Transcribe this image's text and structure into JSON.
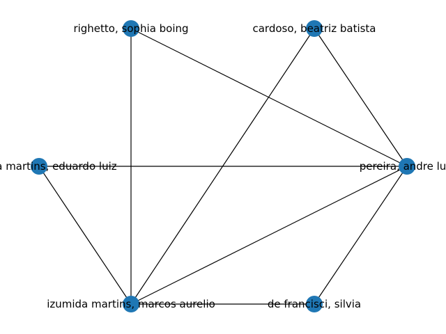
{
  "graph": {
    "node_color": "#1f77b4",
    "edge_color": "#000000",
    "nodes": [
      {
        "id": "righetto",
        "label": "righetto, sophia boing"
      },
      {
        "id": "cardoso",
        "label": "cardoso, beatriz batista"
      },
      {
        "id": "eduardo",
        "label": "izumida martins, eduardo luiz"
      },
      {
        "id": "pereira",
        "label": "pereira, andre luis"
      },
      {
        "id": "marcos",
        "label": "izumida martins, marcos aurelio"
      },
      {
        "id": "silvia",
        "label": "de francisci, silvia"
      }
    ],
    "edges": [
      [
        "righetto",
        "marcos"
      ],
      [
        "righetto",
        "pereira"
      ],
      [
        "cardoso",
        "marcos"
      ],
      [
        "cardoso",
        "pereira"
      ],
      [
        "eduardo",
        "pereira"
      ],
      [
        "eduardo",
        "marcos"
      ],
      [
        "pereira",
        "marcos"
      ],
      [
        "pereira",
        "silvia"
      ],
      [
        "marcos",
        "silvia"
      ]
    ]
  }
}
